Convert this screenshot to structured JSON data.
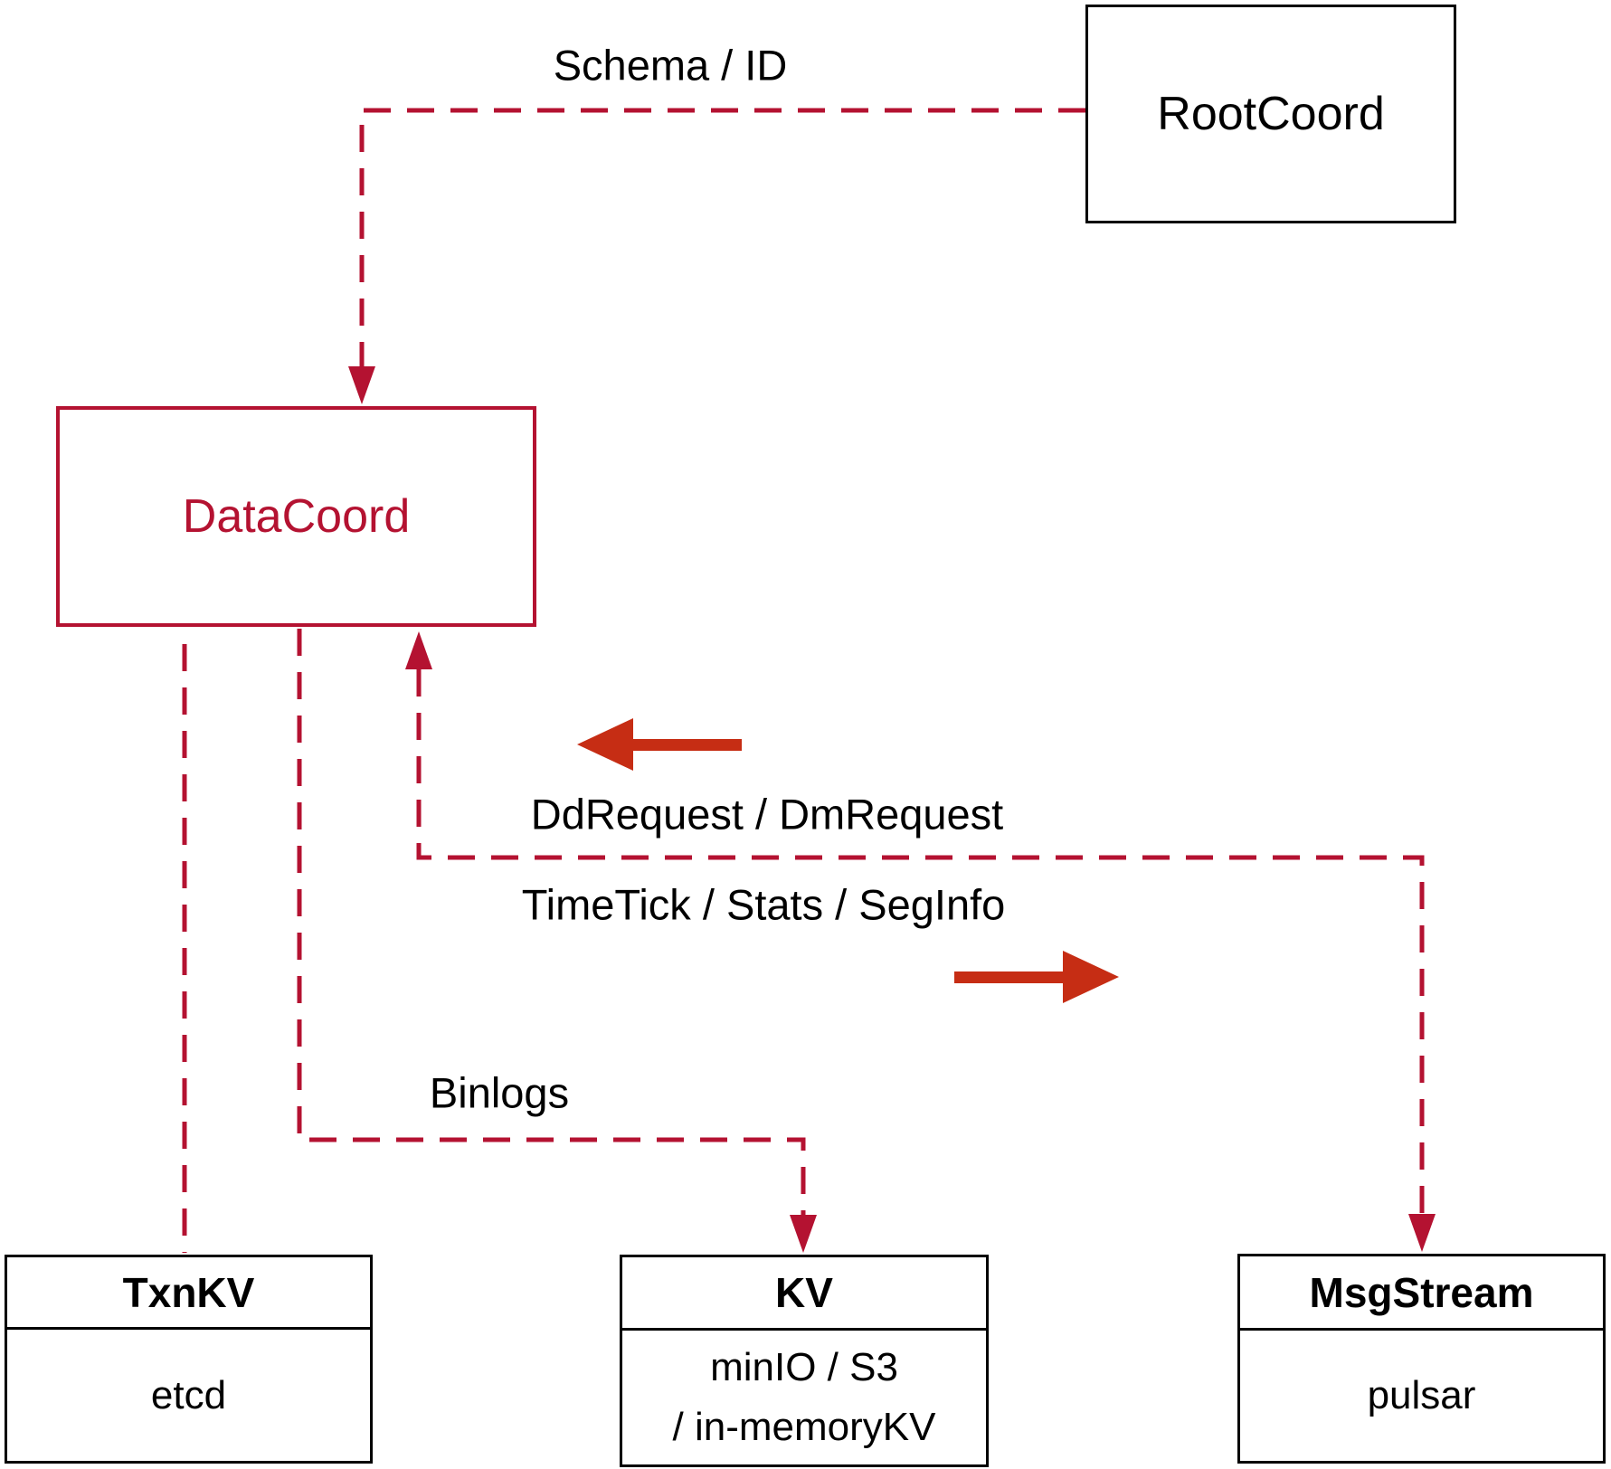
{
  "diagram": {
    "colors": {
      "dashed": "#b41231",
      "solid_arrow": "#c62d14",
      "box_border": "#000000",
      "text": "#000000",
      "background": "#ffffff"
    },
    "nodes": {
      "rootcoord": {
        "label": "RootCoord"
      },
      "datacoord": {
        "label": "DataCoord"
      },
      "txnkv": {
        "title": "TxnKV",
        "body": "etcd"
      },
      "kv": {
        "title": "KV",
        "body_line1": "minIO / S3",
        "body_line2": "/ in-memoryKV"
      },
      "msgstream": {
        "title": "MsgStream",
        "body": "pulsar"
      }
    },
    "edge_labels": {
      "schema_id": "Schema / ID",
      "dd_dm_request": "DdRequest / DmRequest",
      "timetick_stats_seginfo": "TimeTick / Stats / SegInfo",
      "binlogs": "Binlogs"
    }
  }
}
